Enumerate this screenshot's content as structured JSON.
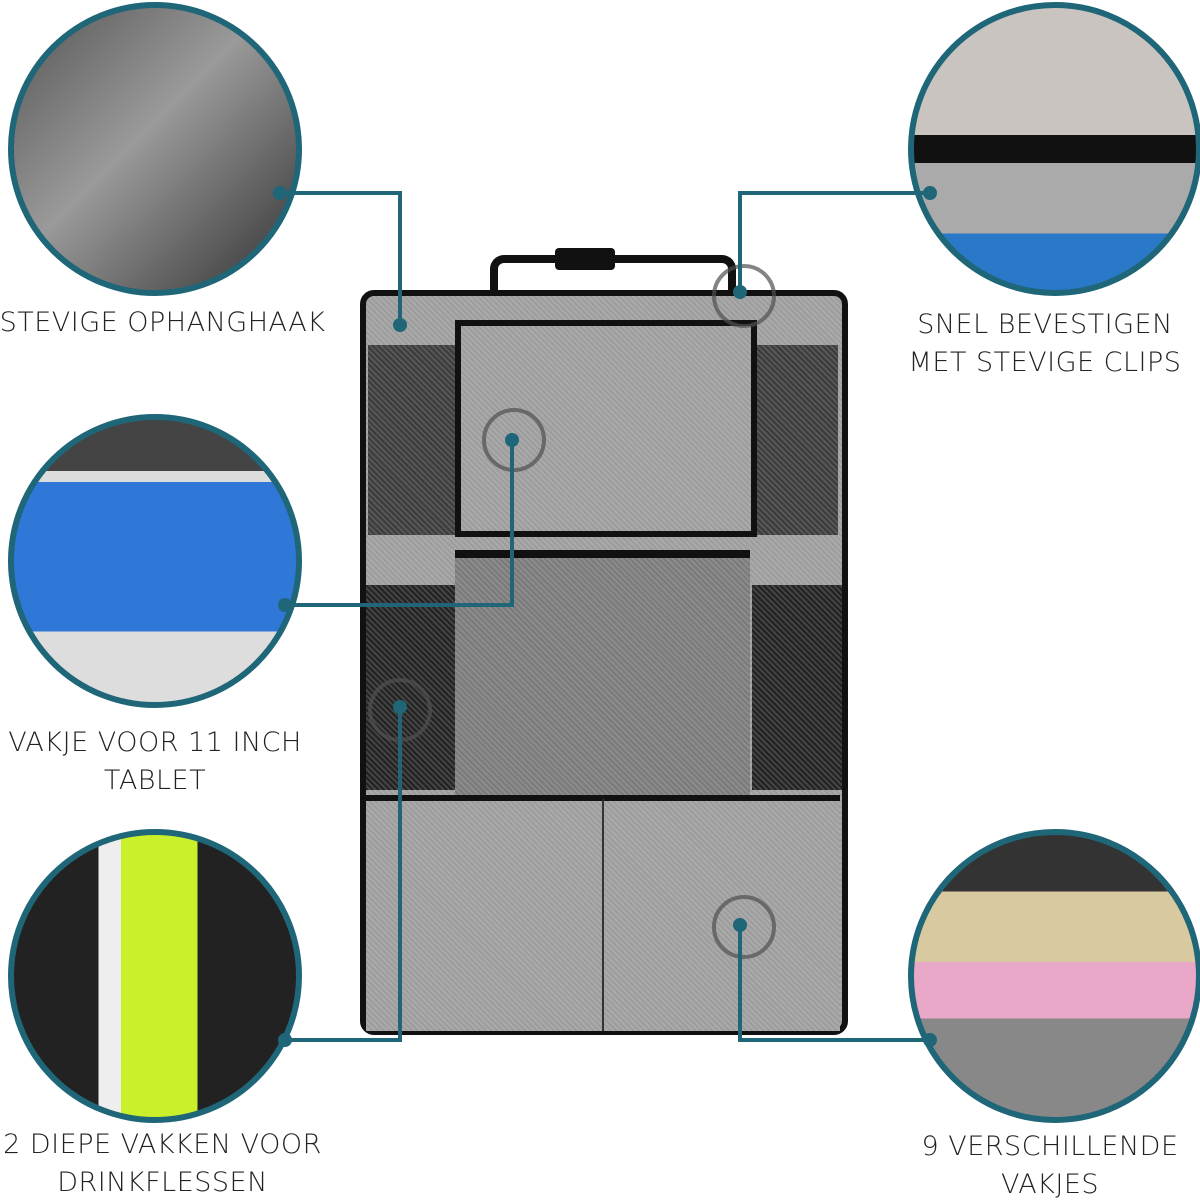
{
  "accent_color": "#1e6678",
  "features": [
    {
      "label": "STEVIGE OPHANGHAAK",
      "icon": "carabiner-hook-icon"
    },
    {
      "label": "SNEL BEVESTIGEN\nMET STEVIGE CLIPS",
      "line1": "SNEL BEVESTIGEN",
      "line2": "MET STEVIGE CLIPS",
      "icon": "buckle-clip-icon"
    },
    {
      "line1": "VAKJE VOOR 11 INCH",
      "line2": "TABLET",
      "icon": "tablet-icon"
    },
    {
      "line1": "2 DIEPE VAKKEN VOOR",
      "line2": "DRINKFLESSEN",
      "icon": "bottle-icon"
    },
    {
      "line1": "9 VERSCHILLENDE",
      "line2": "VAKJES",
      "icon": "pockets-icon"
    }
  ]
}
